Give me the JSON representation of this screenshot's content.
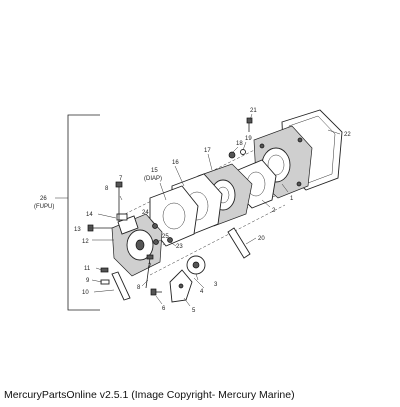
{
  "footer": {
    "caption": "MercuryPartsOnline v2.5.1 (Image Copyright- Mercury Marine)"
  },
  "diagram": {
    "callouts": {
      "c1": "1",
      "c2": "2",
      "c3": "3",
      "c4": "4",
      "c5": "5",
      "c6": "6",
      "c7a": "7",
      "c7b": "7",
      "c8a": "8",
      "c8b": "8",
      "c9": "9",
      "c10": "10",
      "c11": "11",
      "c12": "12",
      "c13": "13",
      "c14": "14",
      "c15": "15",
      "c15sub": "(DIAP)",
      "c16": "16",
      "c17": "17",
      "c18": "18",
      "c19": "19",
      "c20": "20",
      "c21": "21",
      "c22": "22",
      "c23": "23",
      "c24": "24",
      "c25": "25",
      "c26": "26",
      "c26sub": "(FUPU)"
    }
  }
}
